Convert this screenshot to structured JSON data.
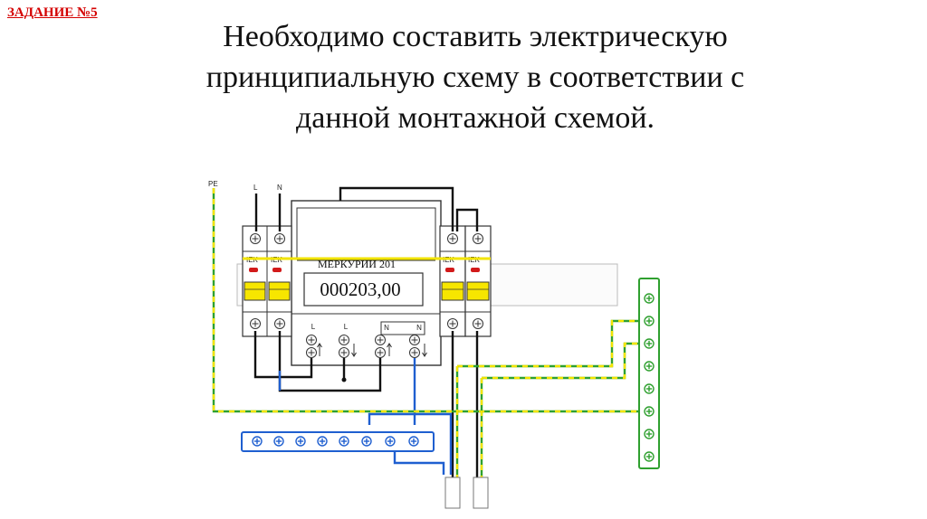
{
  "header": {
    "task_label": "ЗАДАНИЕ №5",
    "title_lines": [
      "Необходимо составить электрическую",
      "принципиальную схему в соответствии с",
      "данной монтажной схемой."
    ]
  },
  "diagram": {
    "wire_labels": {
      "pe": "PE",
      "l": "L",
      "n": "N"
    },
    "meter": {
      "name": "МЕРКУРИЙ 201",
      "reading": "000203,00",
      "terminal_labels": [
        "L",
        "L",
        "N",
        "N"
      ]
    },
    "breaker_brand": "IEK",
    "colors": {
      "phase": "#111111",
      "neutral": "#1f5fd0",
      "pe_yellow": "#f2e400",
      "pe_green": "#2fa02f",
      "breaker_toggle": "#f7e600",
      "breaker_indicator": "#d21a1a",
      "din_rail": "#bbbbbb"
    }
  }
}
